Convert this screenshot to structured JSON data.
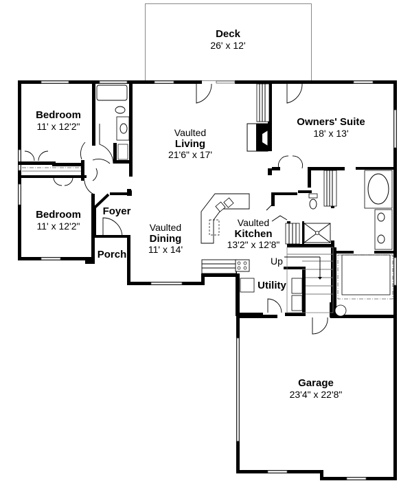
{
  "plan": {
    "type": "floor plan",
    "rooms": [
      {
        "id": "deck",
        "name": "Deck",
        "dimensions": "26' x 12'"
      },
      {
        "id": "bedroom-1",
        "name": "Bedroom",
        "dimensions": "11' x 12'2\""
      },
      {
        "id": "living",
        "prefix": "Vaulted",
        "name": "Living",
        "dimensions": "21'6\" x 17'"
      },
      {
        "id": "owners-suite",
        "name": "Owners' Suite",
        "dimensions": "18' x 13'"
      },
      {
        "id": "bedroom-2",
        "name": "Bedroom",
        "dimensions": "11' x 12'2\""
      },
      {
        "id": "foyer",
        "name": "Foyer"
      },
      {
        "id": "porch",
        "name": "Porch"
      },
      {
        "id": "dining",
        "prefix": "Vaulted",
        "name": "Dining",
        "dimensions": "11' x 14'"
      },
      {
        "id": "kitchen",
        "prefix": "Vaulted",
        "name": "Kitchen",
        "dimensions": "13'2\" x 12'8\""
      },
      {
        "id": "utility",
        "name": "Utility"
      },
      {
        "id": "garage",
        "name": "Garage",
        "dimensions": "23'4\" x 22'8\""
      }
    ],
    "annotations": {
      "stairs_label": "Up"
    },
    "colors": {
      "wall": "#000000",
      "background": "#ffffff",
      "fixture_line": "#777777"
    }
  }
}
